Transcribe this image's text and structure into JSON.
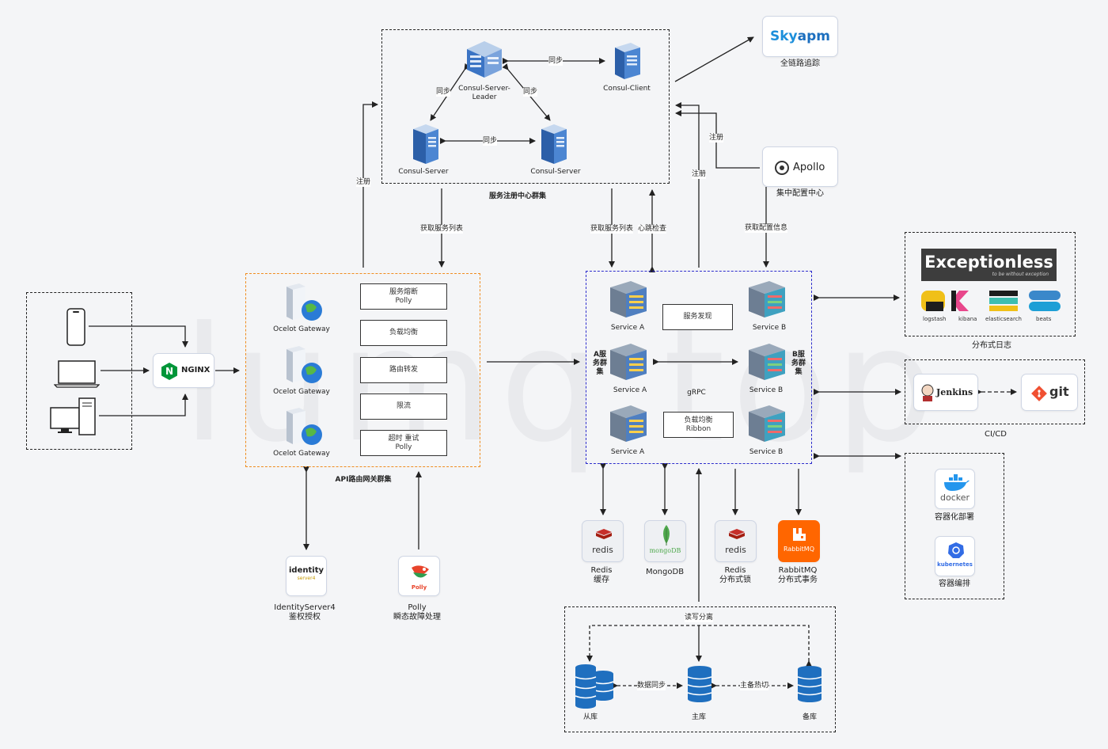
{
  "watermark": "lumq  top",
  "registry": {
    "title": "服务注册中心群集",
    "leader": "Consul-Server-\nLeader",
    "client": "Consul-Client",
    "server_left": "Consul-Server",
    "server_right": "Consul-Server",
    "sync": "同步"
  },
  "skyapm": {
    "logo_sky": "Sky",
    "logo_apm": "apm",
    "caption": "全链路追踪"
  },
  "apollo": {
    "logo": "Apollo",
    "caption": "集中配置中心"
  },
  "edge_labels": {
    "register": "注册",
    "get_list_left": "获取服务列表",
    "get_list_right": "获取服务列表",
    "heartbeat": "心跳检查",
    "get_config": "获取配置信息",
    "read_write_split": "读写分离",
    "data_sync": "数据同步",
    "failover": "主备热切"
  },
  "clients": {
    "nginx_n": "N",
    "nginx_text": "NGINX"
  },
  "gateway": {
    "title": "API路由网关群集",
    "node_label": "Ocelot Gateway",
    "features": [
      {
        "line1": "服务熔断",
        "line2": "Polly"
      },
      {
        "line1": "负载均衡",
        "line2": ""
      },
      {
        "line1": "路由转发",
        "line2": ""
      },
      {
        "line1": "限流",
        "line2": ""
      },
      {
        "line1": "超时  重试",
        "line2": "Polly"
      }
    ]
  },
  "services": {
    "a1": "Service A",
    "a2": "Service A",
    "a3": "Service A",
    "b1": "Service B",
    "b2": "Service B",
    "b3": "Service B",
    "group_a": "A服\n务群\n集",
    "group_b": "B服\n务群\n集",
    "discovery": "服务发现",
    "grpc": "gRPC",
    "lb_line1": "负载均衡",
    "lb_line2": "Ribbon"
  },
  "identity": {
    "logo_line1": "identity",
    "logo_line2": "server4",
    "caption_line1": "IdentityServer4",
    "caption_line2": "鉴权授权"
  },
  "polly": {
    "logo": "Polly",
    "caption_line1": "Polly",
    "caption_line2": "瞬态故障处理"
  },
  "storage": [
    {
      "logo": "redis",
      "caption_line1": "Redis",
      "caption_line2": "缓存"
    },
    {
      "logo": "mongoDB",
      "caption_line1": "MongoDB",
      "caption_line2": ""
    },
    {
      "logo": "redis",
      "caption_line1": "Redis",
      "caption_line2": "分布式锁"
    },
    {
      "logo": "RabbitMQ",
      "caption_line1": "RabbitMQ",
      "caption_line2": "分布式事务"
    }
  ],
  "database": {
    "slave": "从库",
    "master": "主库",
    "backup": "备库"
  },
  "logging": {
    "exceptionless": "Exceptionless",
    "exceptionless_tag": "to be without exception",
    "elk_items": [
      "logstash",
      "kibana",
      "elasticsearch",
      "beats"
    ],
    "caption": "分布式日志"
  },
  "cicd": {
    "jenkins": "Jenkins",
    "git": "git",
    "caption": "CI/CD"
  },
  "containers": {
    "docker": "docker",
    "docker_caption": "容器化部署",
    "k8s": "kubernetes",
    "k8s_caption": "容器编排"
  },
  "colors": {
    "orange_border": "#f08c1e",
    "blue_border": "#2b2bcc",
    "nginx_green": "#009639",
    "redis_red": "#c6302b",
    "mongo_green": "#4fa94d",
    "rabbit_orange": "#ff6600",
    "skyapm_blue": "#1c8fdb",
    "db_blue": "#1f6fbf",
    "git_red": "#f05032"
  }
}
